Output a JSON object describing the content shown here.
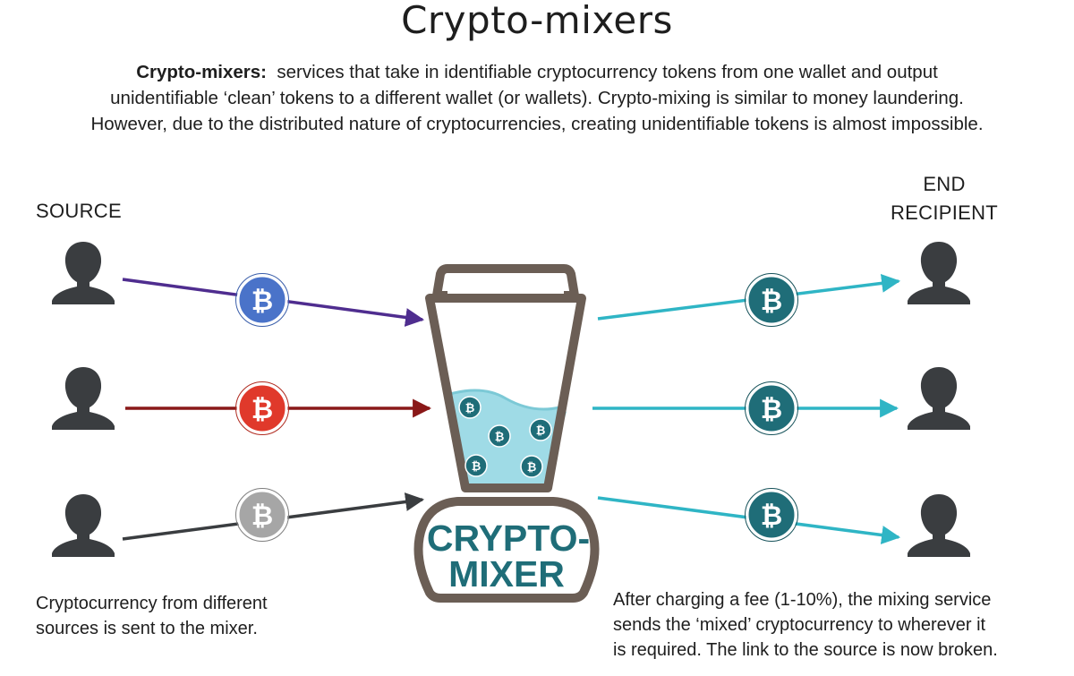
{
  "title": "Crypto-mixers",
  "description": {
    "term": "Crypto-mixers:",
    "line1": "services that take in identifiable cryptocurrency tokens from one wallet and output",
    "line2": "unidentifiable ‘clean’ tokens to a different wallet (or wallets). Crypto-mixing is similar to money laundering.",
    "line3": "However, due to the distributed nature of cryptocurrencies, creating unidentifiable tokens is almost impossible."
  },
  "labels": {
    "source": "SOURCE",
    "end_line1": "END",
    "end_line2": "RECIPIENT"
  },
  "mixer": {
    "line1": "CRYPTO-",
    "line2": "MIXER"
  },
  "captions": {
    "left_line1": "Cryptocurrency from different",
    "left_line2": "sources is sent to the mixer.",
    "right_line1": "After charging a fee (1-10%), the mixing service",
    "right_line2": "sends the ‘mixed’ cryptocurrency to wherever it",
    "right_line3": "is required. The link to the source is now broken."
  },
  "coin_symbol": "₿",
  "icons": {
    "person": "person-icon",
    "coin": "bitcoin-icon",
    "mixer": "blender-icon"
  },
  "colors": {
    "person": "#3a3d40",
    "arrow_source_1": "#4f2d8f",
    "arrow_source_2": "#8a1818",
    "arrow_source_3": "#3a3d40",
    "coin_source_1": "#4a73c9",
    "coin_source_2": "#e0392b",
    "coin_source_3": "#a6a6a6",
    "arrow_out": "#2fb5c5",
    "coin_out": "#1f6d78",
    "mixer_outline": "#6b5e55",
    "mixer_liquid": "#9fdbe6"
  }
}
